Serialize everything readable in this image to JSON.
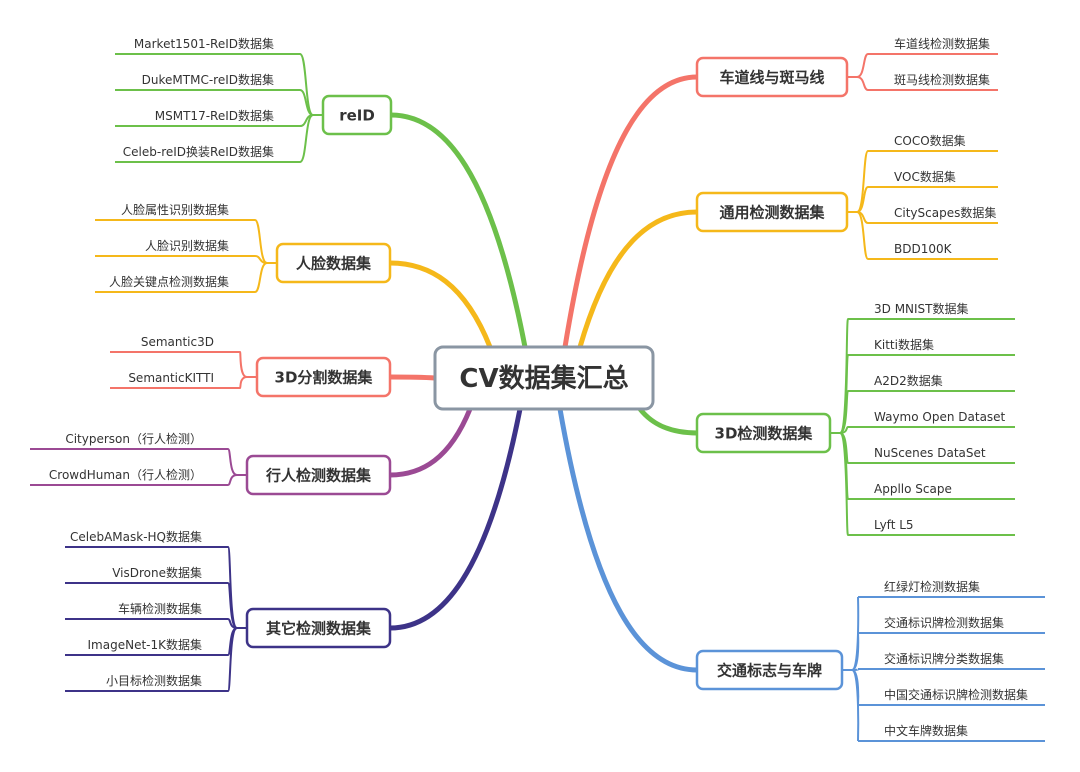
{
  "colors": {
    "center_border": "#8a96a3",
    "text": "#333333",
    "background": "#ffffff"
  },
  "center": {
    "title": "CV数据集汇总"
  },
  "branches": [
    {
      "id": "lane",
      "label": "车道线与斑马线",
      "side": "right",
      "color": "#f47469",
      "items": [
        "车道线检测数据集",
        "斑马线检测数据集"
      ]
    },
    {
      "id": "general",
      "label": "通用检测数据集",
      "side": "right",
      "color": "#f5b81a",
      "items": [
        "COCO数据集",
        "VOC数据集",
        "CityScapes数据集",
        "BDD100K"
      ]
    },
    {
      "id": "det3d",
      "label": "3D检测数据集",
      "side": "right",
      "color": "#6cc04a",
      "items": [
        "3D MNIST数据集",
        "Kitti数据集",
        "A2D2数据集",
        "Waymo Open Dataset",
        "NuScenes DataSet",
        "Appllo Scape",
        "Lyft L5"
      ]
    },
    {
      "id": "traffic",
      "label": "交通标志与车牌",
      "side": "right",
      "color": "#5b93d8",
      "items": [
        "红绿灯检测数据集",
        "交通标识牌检测数据集",
        "交通标识牌分类数据集",
        "中国交通标识牌检测数据集",
        "中文车牌数据集"
      ]
    },
    {
      "id": "reid",
      "label": "reID",
      "side": "left",
      "color": "#6cc04a",
      "items": [
        "Market1501-ReID数据集",
        "DukeMTMC-reID数据集",
        "MSMT17-ReID数据集",
        "Celeb-reID换装ReID数据集"
      ]
    },
    {
      "id": "face",
      "label": "人脸数据集",
      "side": "left",
      "color": "#f5b81a",
      "items": [
        "人脸属性识别数据集",
        "人脸识别数据集",
        "人脸关键点检测数据集"
      ]
    },
    {
      "id": "seg3d",
      "label": "3D分割数据集",
      "side": "left",
      "color": "#f47469",
      "items": [
        "Semantic3D",
        "SemanticKITTI"
      ]
    },
    {
      "id": "ped",
      "label": "行人检测数据集",
      "side": "left",
      "color": "#9b4a94",
      "items": [
        "Cityperson（行人检测）",
        "CrowdHuman（行人检测）"
      ]
    },
    {
      "id": "other",
      "label": "其它检测数据集",
      "side": "left",
      "color": "#3d3388",
      "items": [
        "CelebAMask-HQ数据集",
        "VisDrone数据集",
        "车辆检测数据集",
        "ImageNet-1K数据集",
        "小目标检测数据集"
      ]
    }
  ]
}
